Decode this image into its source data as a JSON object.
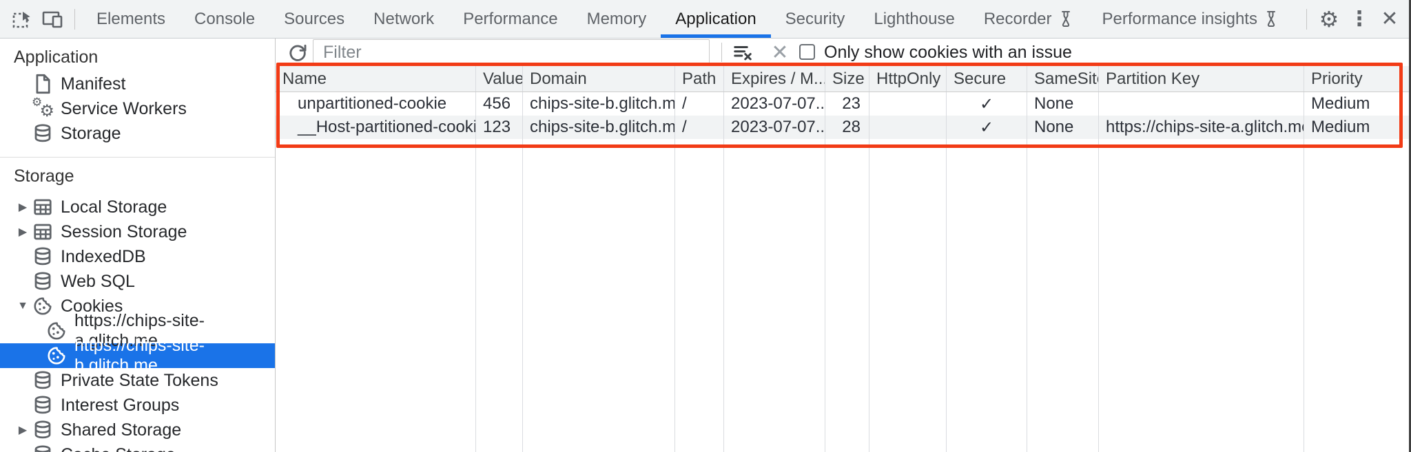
{
  "tabbar": {
    "tabs": [
      {
        "label": "Elements"
      },
      {
        "label": "Console"
      },
      {
        "label": "Sources"
      },
      {
        "label": "Network"
      },
      {
        "label": "Performance"
      },
      {
        "label": "Memory"
      },
      {
        "label": "Application"
      },
      {
        "label": "Security"
      },
      {
        "label": "Lighthouse"
      },
      {
        "label": "Recorder"
      },
      {
        "label": "Performance insights"
      }
    ],
    "selected_tab": "Application"
  },
  "sidebar": {
    "application_section": {
      "title": "Application",
      "items": [
        {
          "label": "Manifest",
          "icon": "manifest-document-icon"
        },
        {
          "label": "Service Workers",
          "icon": "service-workers-gears-icon"
        },
        {
          "label": "Storage",
          "icon": "database-icon"
        }
      ]
    },
    "storage_section": {
      "title": "Storage",
      "items": [
        {
          "label": "Local Storage",
          "icon": "table-icon",
          "expander": "collapsed"
        },
        {
          "label": "Session Storage",
          "icon": "table-icon",
          "expander": "collapsed"
        },
        {
          "label": "IndexedDB",
          "icon": "database-icon"
        },
        {
          "label": "Web SQL",
          "icon": "database-icon"
        },
        {
          "label": "Cookies",
          "icon": "cookie-icon",
          "expander": "expanded"
        },
        {
          "label": "Private State Tokens",
          "icon": "database-icon"
        },
        {
          "label": "Interest Groups",
          "icon": "database-icon"
        },
        {
          "label": "Shared Storage",
          "icon": "database-icon",
          "expander": "collapsed"
        },
        {
          "label": "Cache Storage",
          "icon": "database-icon"
        }
      ],
      "cookie_sites": [
        {
          "label": "https://chips-site-a.glitch.me",
          "selected": false
        },
        {
          "label": "https://chips-site-b.glitch.me",
          "selected": true
        }
      ]
    }
  },
  "toolbar": {
    "filter_placeholder": "Filter",
    "issue_checkbox_label": "Only show cookies with an issue",
    "issue_checkbox_checked": false
  },
  "cookies_table": {
    "columns": [
      "Name",
      "Value",
      "Domain",
      "Path",
      "Expires / M...",
      "Size",
      "HttpOnly",
      "Secure",
      "SameSite",
      "Partition Key",
      "Priority"
    ],
    "rows": [
      {
        "cells": [
          "unpartitioned-cookie",
          "456",
          "chips-site-b.glitch.me",
          "/",
          "2023-07-07...",
          "23",
          "",
          "✓",
          "None",
          "",
          "Medium"
        ]
      },
      {
        "cells": [
          "__Host-partitioned-cookie",
          "123",
          "chips-site-b.glitch.me",
          "/",
          "2023-07-07...",
          "28",
          "",
          "✓",
          "None",
          "https://chips-site-a.glitch.me",
          "Medium"
        ]
      }
    ]
  },
  "icons": {
    "gear": "⚙",
    "more": "⋮",
    "close": "✕",
    "checkmark": "✓",
    "collapsed_arrow": "▶",
    "expanded_arrow": "▼"
  },
  "colors": {
    "accent_blue": "#1a73e8",
    "highlight_red": "#f23b16",
    "selected_item_bg": "#1a73e8",
    "selected_item_text": "#ffffff",
    "striped_row_bg": "#f1f3f4",
    "header_bg": "#f1f3f4"
  }
}
